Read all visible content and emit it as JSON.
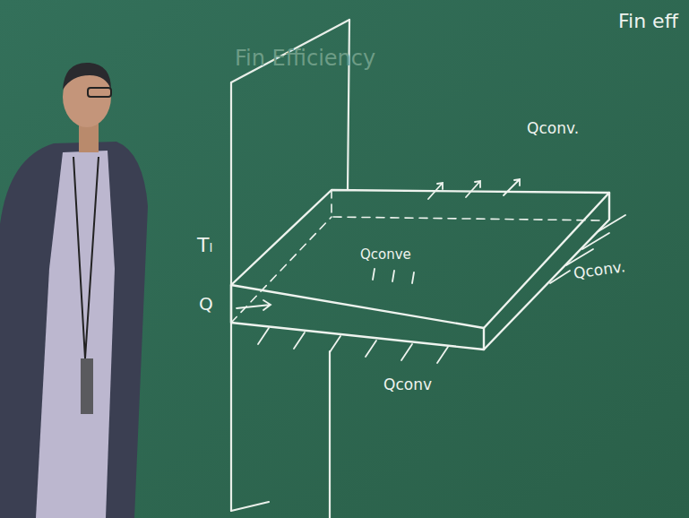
{
  "diagram": {
    "labels": [
      "Fin Efficiency",
      "Fin eff",
      "Qconv.",
      "Qconve",
      "Qconv.",
      "Qconv",
      "Tₗ",
      "Q"
    ]
  }
}
